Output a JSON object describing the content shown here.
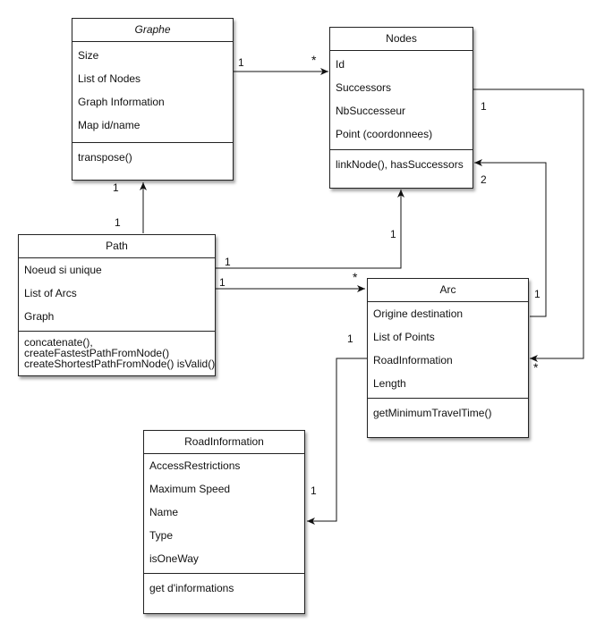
{
  "classes": {
    "graphe": {
      "name": "Graphe",
      "attributes": [
        "Size",
        "List of Nodes",
        "Graph Information",
        "Map id/name"
      ],
      "methods": [
        "transpose()"
      ]
    },
    "nodes": {
      "name": "Nodes",
      "attributes": [
        "Id",
        "Successors",
        "NbSuccesseur",
        "Point (coordonnees)"
      ],
      "methods": [
        "linkNode(), hasSuccessors"
      ]
    },
    "path": {
      "name": "Path",
      "attributes": [
        "Noeud si unique",
        "List of Arcs",
        "Graph"
      ],
      "methods": [
        "concatenate(),",
        "createFastestPathFromNode()",
        "createShortestPathFromNode() isValid()"
      ]
    },
    "arc": {
      "name": "Arc",
      "attributes": [
        "Origine destination",
        "List of Points",
        "RoadInformation",
        "Length"
      ],
      "methods": [
        "getMinimumTravelTime()"
      ]
    },
    "roadinfo": {
      "name": "RoadInformation",
      "attributes": [
        "AccessRestrictions",
        "Maximum Speed",
        "Name",
        "Type",
        "isOneWay"
      ],
      "methods": [
        "get d'informations"
      ]
    }
  },
  "multiplicities": {
    "graphe_nodes_src": "1",
    "graphe_nodes_dst": "*",
    "graphe_path_top": "1",
    "graphe_path_bottom": "1",
    "nodes_arc_right": "1",
    "nodes_arc_left": "2",
    "path_nodes_src": "1",
    "path_nodes_dst": "1",
    "path_arc_src": "1",
    "path_arc_dst": "*",
    "arc_nodes_src": "1",
    "arc_nodes_dst": "*",
    "arc_road_src": "1",
    "arc_road_dst": "1"
  }
}
